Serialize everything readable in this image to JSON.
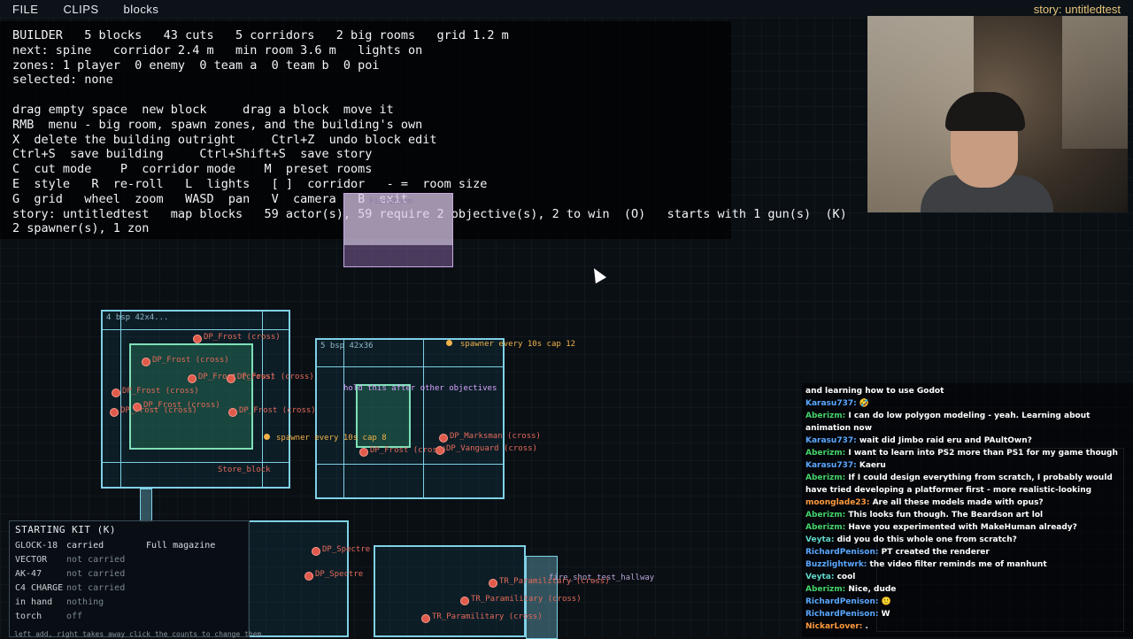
{
  "menu": {
    "file": "FILE",
    "clips": "CLIPS",
    "blocks": "blocks"
  },
  "story_title": "story: untitledtest",
  "hud": {
    "lines": [
      "BUILDER   5 blocks   43 cuts   5 corridors   2 big rooms   grid 1.2 m",
      "next: spine   corridor 2.4 m   min room 3.6 m   lights on",
      "zones: 1 player  0 enemy  0 team a  0 team b  0 poi",
      "selected: none",
      "",
      "drag empty space  new block     drag a block  move it",
      "RMB  menu - big room, spawn zones, and the building's own",
      "X  delete the building outright     Ctrl+Z  undo block edit",
      "Ctrl+S  save building     Ctrl+Shift+S  save story",
      "C  cut mode    P  corridor mode    M  preset rooms",
      "E  style   R  re-roll   L  lights   [ ]  corridor   - =  room size",
      "G  grid   wheel  zoom   WASD  pan   V  camera   B  exit",
      "story: untitledtest   map blocks   59 actor(s), 59 require 2 objective(s), 2 to win  (O)   starts with 1 gun(s)  (K)",
      "2 spawner(s), 1 zon"
    ]
  },
  "map": {
    "selection_label": "FieldRoom",
    "blocks": [
      {
        "label": "4 bsp 42x4..."
      },
      {
        "label": "5 bsp 42x36"
      }
    ],
    "spawner_label": "spawner  every 10s  cap 12",
    "spawner2_label": "spawner  every 10s  cap 8",
    "actors": [
      "DP_Frost (cross)",
      "DP_Frost (cross)",
      "DP_Frost (cross)",
      "DP_Frost (cross)",
      "DP_Frost (cross)",
      "DP_Frost (cross)",
      "DP_Frost (cross)",
      "DP_Frost (cross)",
      "DP_Marksman (cross)",
      "DP_Vanguard (cross)",
      "DP_Frost (cross)",
      "DP_Spectre",
      "DP_Spectre",
      "TR_Paramilitary (cross)",
      "TR_Paramilitary (cross)",
      "TR_Paramilitary (cross)"
    ],
    "objective_label": "hold this after other objectives",
    "hallway_label": "fire_shot_test_hallway",
    "stat_label": "Store_block"
  },
  "kit": {
    "title": "STARTING KIT  (K)",
    "rows": [
      {
        "name": "GLOCK-18",
        "status": "carried",
        "extra": "Full magazine"
      },
      {
        "name": "VECTOR",
        "status": "not carried",
        "extra": ""
      },
      {
        "name": "AK-47",
        "status": "not carried",
        "extra": ""
      },
      {
        "name": "C4 CHARGE",
        "status": "not carried",
        "extra": ""
      },
      {
        "name": "in hand",
        "status": "nothing",
        "extra": ""
      },
      {
        "name": "torch",
        "status": "off",
        "extra": ""
      }
    ],
    "hint": "left add, right takes away     click the counts to change them"
  },
  "chat": {
    "messages": [
      {
        "user": "",
        "text": "and learning how to use Godot"
      },
      {
        "user": "Karasu737:",
        "text": "🤣"
      },
      {
        "user": "Aberizm:",
        "text": "I can do low polygon modeling - yeah. Learning about animation now"
      },
      {
        "user": "Karasu737:",
        "text": "wait did Jimbo raid eru and PAultOwn?"
      },
      {
        "user": "Aberizm:",
        "text": "I want to learn into PS2 more than PS1 for my game though"
      },
      {
        "user": "Karasu737:",
        "text": "Kaeru"
      },
      {
        "user": "Aberizm:",
        "text": "If I could design everything from scratch, I probably would have tried developing a platformer first - more realistic-looking"
      },
      {
        "user": "moonglade23:",
        "text": "Are all these models made with opus?"
      },
      {
        "user": "Aberizm:",
        "text": "This looks fun though. The Beardson art lol"
      },
      {
        "user": "Aberizm:",
        "text": "Have you experimented with MakeHuman already?"
      },
      {
        "user": "Veyta:",
        "text": "did you do this whole one from scratch?"
      },
      {
        "user": "RichardPenison:",
        "text": "PT created the renderer"
      },
      {
        "user": "Buzzlightwrk:",
        "text": "the video filter reminds me of manhunt"
      },
      {
        "user": "Veyta:",
        "text": "cool"
      },
      {
        "user": "Aberizm:",
        "text": "Nice, dude"
      },
      {
        "user": "RichardPenison:",
        "text": "🙂"
      },
      {
        "user": "RichardPenison:",
        "text": "W"
      },
      {
        "user": "NickarLover:",
        "text": "."
      }
    ]
  }
}
